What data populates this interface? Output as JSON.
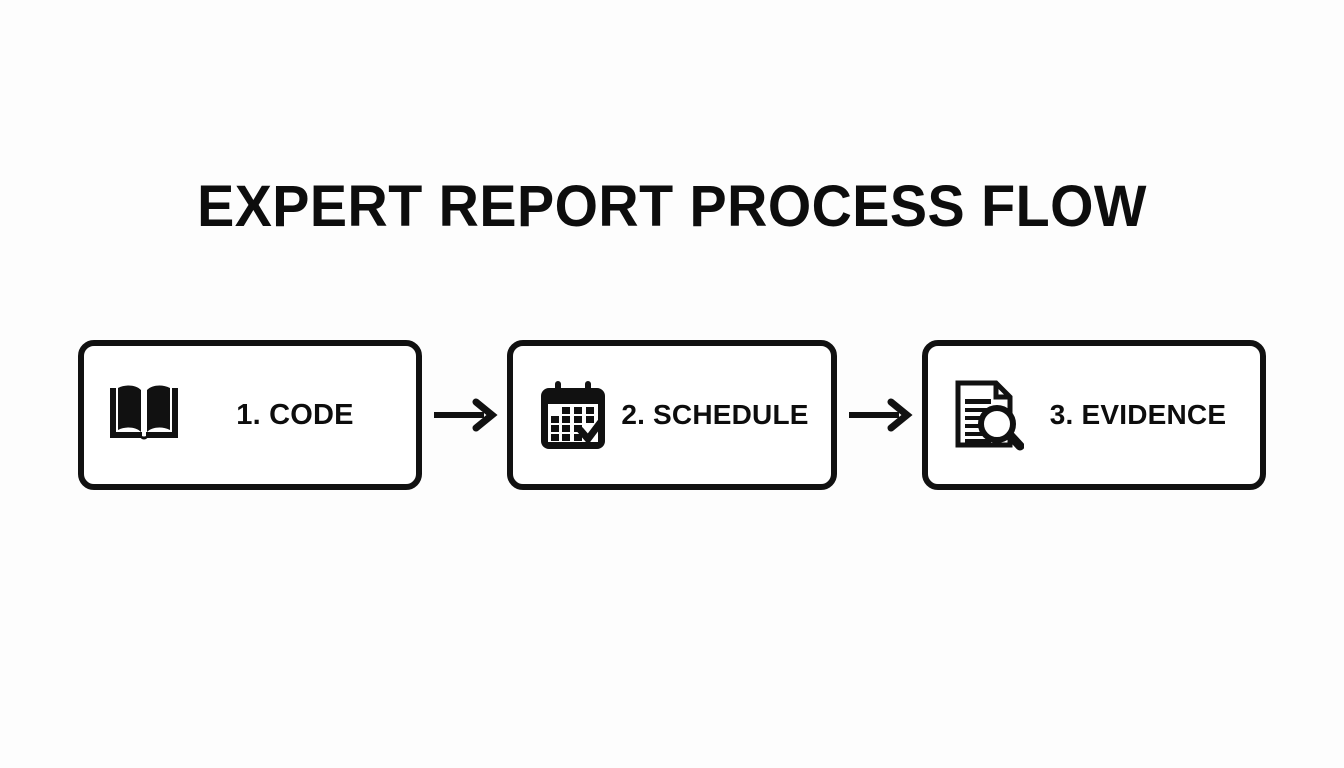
{
  "slide": {
    "background_color": "#fdfdfd",
    "ink_color": "#111111",
    "title": "EXPERT REPORT PROCESS FLOW"
  },
  "flow": {
    "steps": [
      {
        "label": "1. CODE",
        "icon": "open-book-icon"
      },
      {
        "label": "2. SCHEDULE",
        "icon": "calendar-check-icon"
      },
      {
        "label": "3. EVIDENCE",
        "icon": "document-magnifier-icon"
      }
    ],
    "connectors": [
      {
        "icon": "arrow-right-icon"
      },
      {
        "icon": "arrow-right-icon"
      }
    ]
  }
}
